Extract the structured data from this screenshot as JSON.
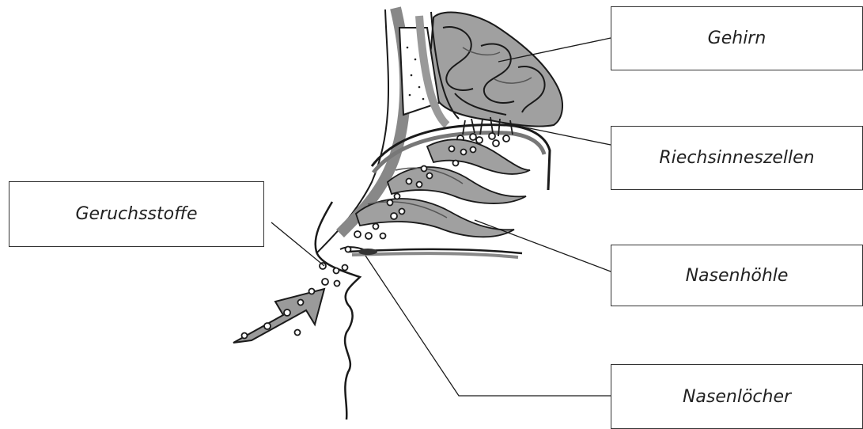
{
  "labels": {
    "gehirn": "Gehirn",
    "riechsinneszellen": "Riechsinneszellen",
    "geruchsstoffe": "Geruchsstoffe",
    "nasenhoehle": "Nasenhöhle",
    "nasenloecher": "Nasenlöcher"
  },
  "colors": {
    "shading": "#9a9a9a",
    "shading_light": "#b8b8b8",
    "outline": "#1a1a1a"
  }
}
